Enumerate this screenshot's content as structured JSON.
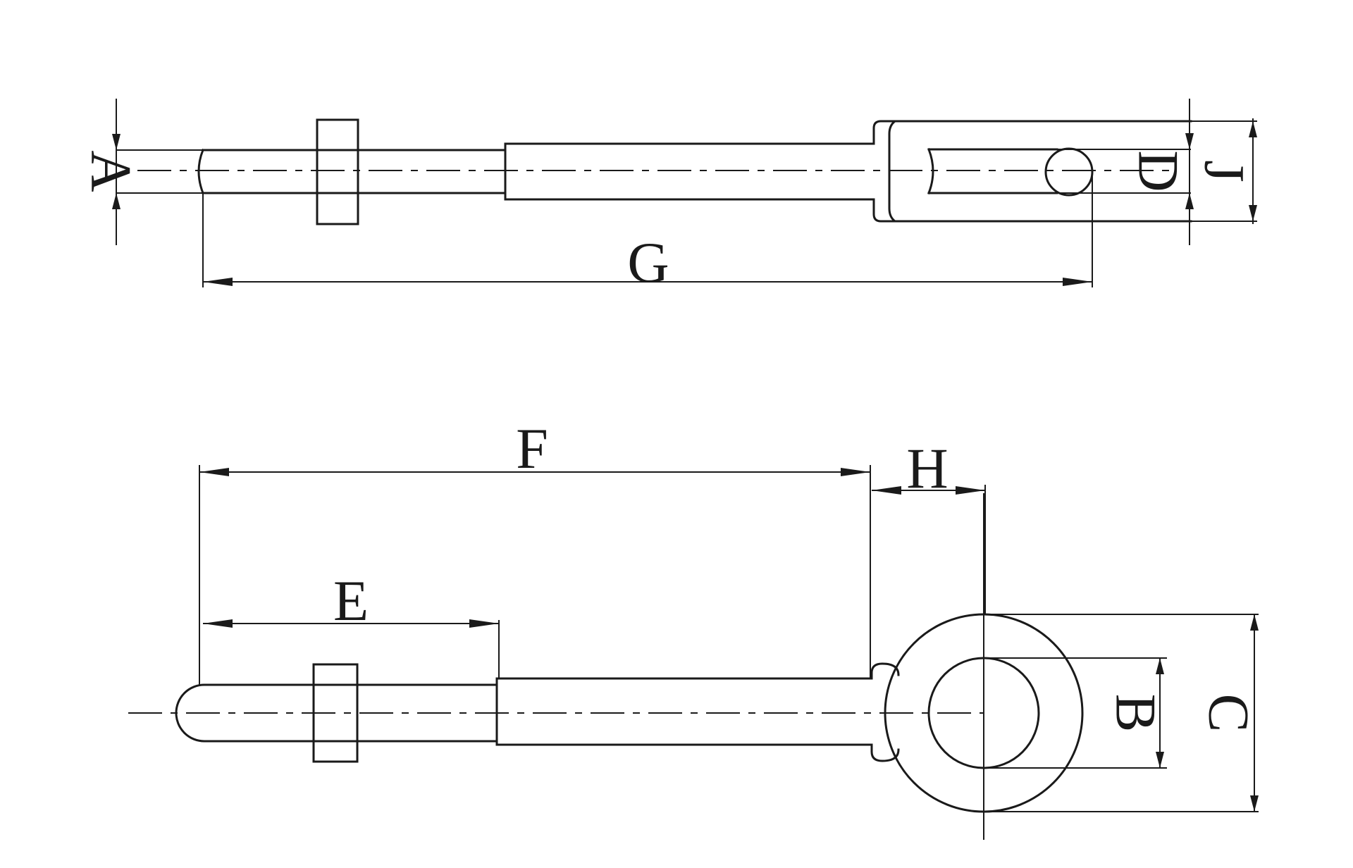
{
  "labels": {
    "A": "A",
    "B": "B",
    "C": "C",
    "D": "D",
    "E": "E",
    "F": "F",
    "G": "G",
    "H": "H",
    "J": "J"
  }
}
